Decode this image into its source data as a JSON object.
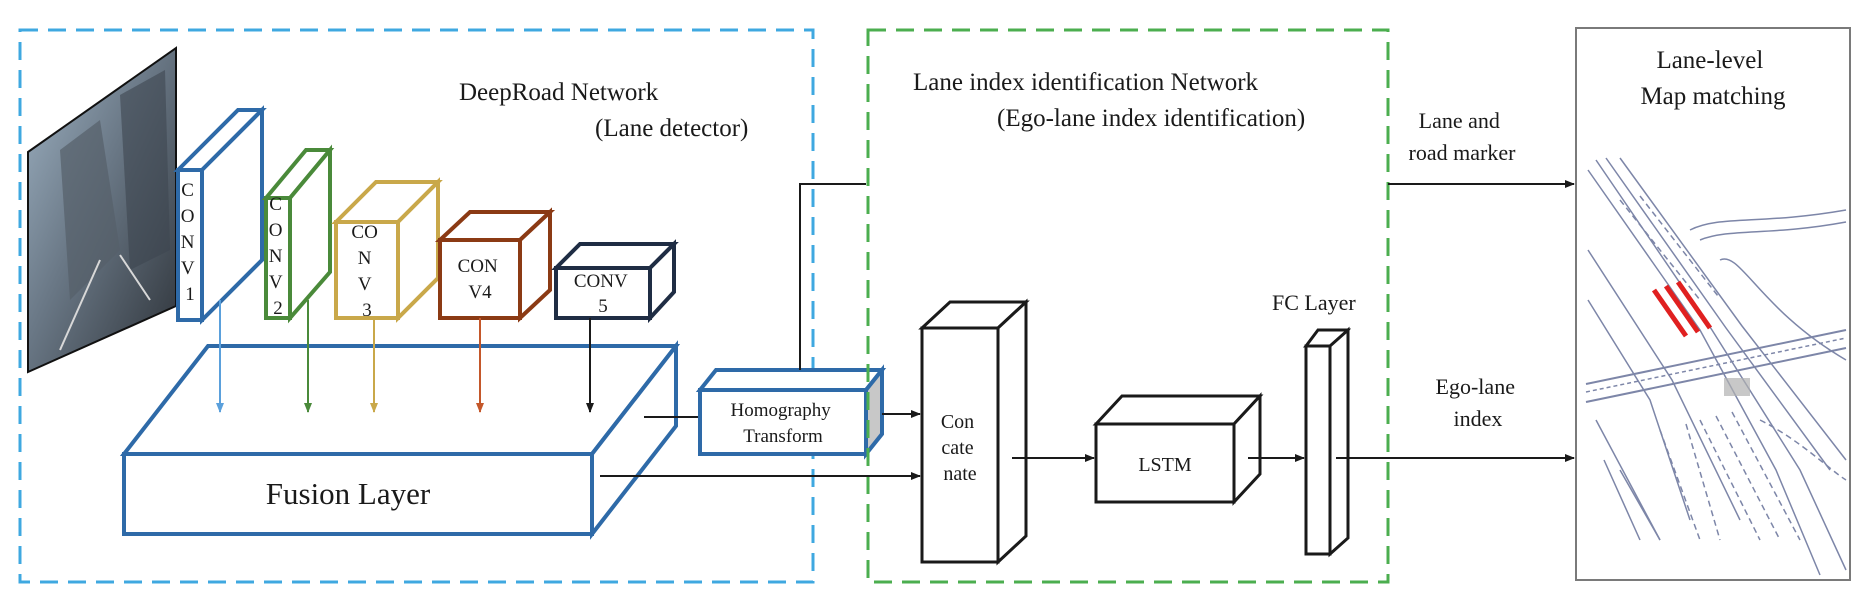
{
  "deeproad": {
    "title_line1": "DeepRoad Network",
    "title_line2": "(Lane detector)",
    "border_color": "#3fa8e0",
    "layers": [
      {
        "id": "conv1",
        "lines": [
          "C",
          "O",
          "N",
          "V",
          "1"
        ],
        "color": "#2e6aa8"
      },
      {
        "id": "conv2",
        "lines": [
          "C",
          "O",
          "N",
          "V",
          "2"
        ],
        "color": "#4a8a3a"
      },
      {
        "id": "conv3",
        "lines": [
          "CO",
          "N",
          "V",
          "3"
        ],
        "color": "#c9a84a"
      },
      {
        "id": "conv4",
        "lines": [
          "CON",
          "V4"
        ],
        "color": "#8b3a14"
      },
      {
        "id": "conv5",
        "lines": [
          "CONV",
          "5"
        ],
        "color": "#1f2d44"
      }
    ],
    "fusion_label": "Fusion Layer",
    "fusion_color": "#2e6aa8",
    "homography_line1": "Homography",
    "homography_line2": "Transform"
  },
  "lane_index": {
    "title_line1": "Lane index identification Network",
    "title_line2": "(Ego-lane index identification)",
    "border_color": "#4bae4f",
    "concat_lines": [
      "Con",
      "cate",
      "nate"
    ],
    "lstm_label": "LSTM",
    "fc_label": "FC Layer"
  },
  "outputs": {
    "lane_marker_line1": "Lane and",
    "lane_marker_line2": "road  marker",
    "ego_lane_line1": "Ego-lane",
    "ego_lane_line2": "index"
  },
  "map_matching": {
    "title_line1": "Lane-level",
    "title_line2": "Map matching",
    "highlight_color": "#e02020"
  }
}
